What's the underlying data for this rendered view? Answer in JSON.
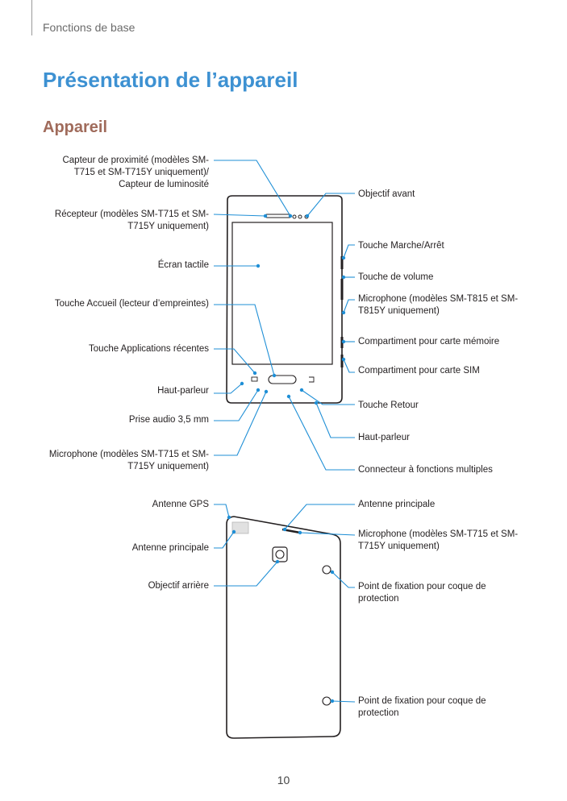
{
  "header": {
    "section": "Fonctions de base"
  },
  "title": "Présentation de l’appareil",
  "subtitle": "Appareil",
  "front_labels_left": [
    "Capteur de proximité (modèles SM-T715 et SM-T715Y uniquement)/ Capteur de luminosité",
    "Récepteur (modèles SM-T715 et SM-T715Y uniquement)",
    "Écran tactile",
    "Touche Accueil (lecteur d’empreintes)",
    "Touche Applications récentes",
    "Haut-parleur",
    "Prise audio 3,5 mm",
    "Microphone (modèles SM-T715 et SM-T715Y uniquement)"
  ],
  "front_labels_right": [
    "Objectif avant",
    "Touche Marche/Arrêt",
    "Touche de volume",
    "Microphone (modèles SM-T815 et SM-T815Y uniquement)",
    "Compartiment pour carte mémoire",
    "Compartiment pour carte SIM",
    "Touche Retour",
    "Haut-parleur",
    "Connecteur à fonctions multiples"
  ],
  "back_labels_left": [
    "Antenne GPS",
    "Antenne principale",
    "Objectif arrière"
  ],
  "back_labels_right": [
    "Antenne principale",
    "Microphone (modèles SM-T715 et SM-T715Y uniquement)",
    "Point de fixation pour coque de protection",
    "Point de fixation pour coque de protection"
  ],
  "colors": {
    "title": "#3d91d2",
    "subtitle": "#a06b5b",
    "callout": "#1f8fd6"
  },
  "page_number": "10"
}
